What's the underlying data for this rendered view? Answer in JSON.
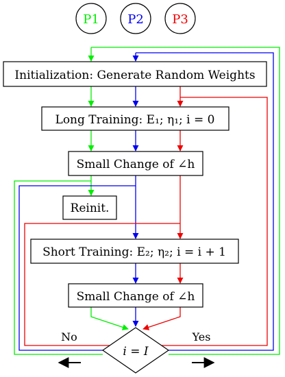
{
  "colors": {
    "p1": "#00ee00",
    "p2": "#0000ee",
    "p3": "#ee0000",
    "ink": "#000000"
  },
  "processes": [
    {
      "label": "P1",
      "color": "#00ee00"
    },
    {
      "label": "P2",
      "color": "#0000ee"
    },
    {
      "label": "P3",
      "color": "#ee0000"
    }
  ],
  "boxes": {
    "init": "Initialization: Generate Random Weights",
    "long_training": "Long Training: E₁; η₁; i = 0",
    "small_change_1": "Small Change of ∠h",
    "reinit": "Reinit.",
    "short_training": "Short Training: E₂; η₂; i = i + 1",
    "small_change_2": "Small Change of ∠h"
  },
  "decision": "i = I",
  "branch_labels": {
    "no": "No",
    "yes": "Yes"
  }
}
